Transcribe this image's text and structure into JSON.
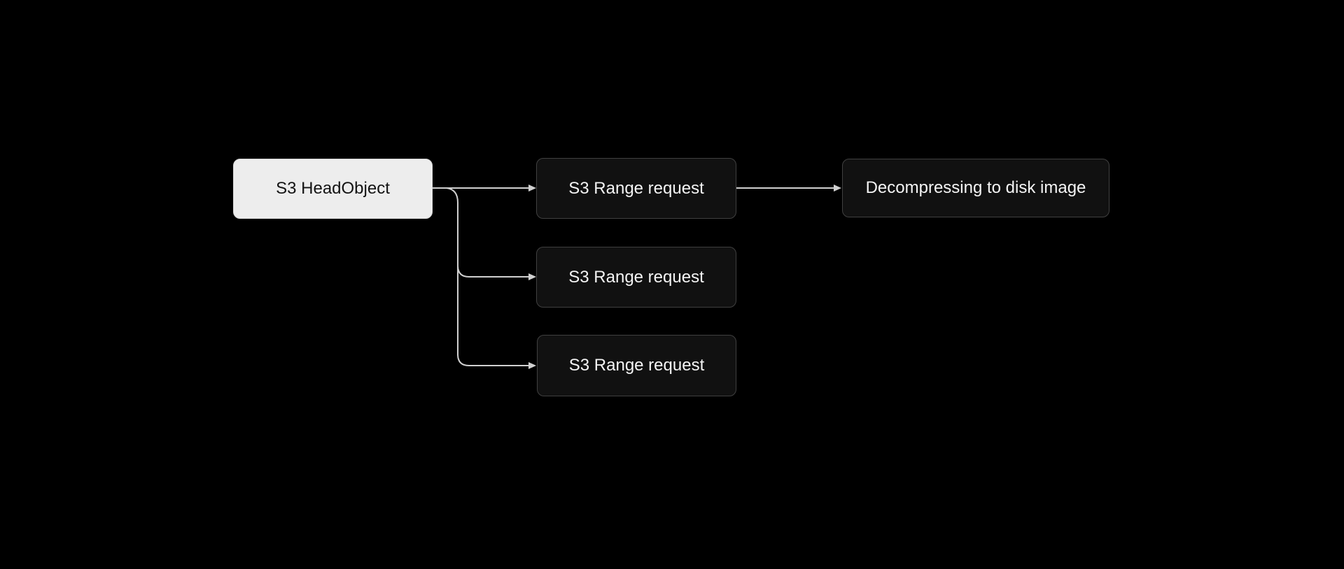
{
  "theme": {
    "background": "#000000",
    "connector_color": "#d0d0d0",
    "node_dark_fill": "#111111",
    "node_dark_border": "#404040",
    "node_dark_text": "#f4f4f4",
    "node_light_fill": "#ededed",
    "node_light_text": "#141414"
  },
  "diagram": {
    "type": "flowchart",
    "nodes": [
      {
        "id": "s3-head-object",
        "label": "S3 HeadObject",
        "variant": "light"
      },
      {
        "id": "s3-range-request-1",
        "label": "S3 Range request",
        "variant": "dark"
      },
      {
        "id": "s3-range-request-2",
        "label": "S3 Range request",
        "variant": "dark"
      },
      {
        "id": "s3-range-request-3",
        "label": "S3 Range request",
        "variant": "dark"
      },
      {
        "id": "decompressing-to-disk-image",
        "label": "Decompressing to disk image",
        "variant": "dark"
      }
    ],
    "edges": [
      {
        "from": "s3-head-object",
        "to": "s3-range-request-1"
      },
      {
        "from": "s3-head-object",
        "to": "s3-range-request-2"
      },
      {
        "from": "s3-head-object",
        "to": "s3-range-request-3"
      },
      {
        "from": "s3-range-request-1",
        "to": "decompressing-to-disk-image"
      }
    ]
  }
}
